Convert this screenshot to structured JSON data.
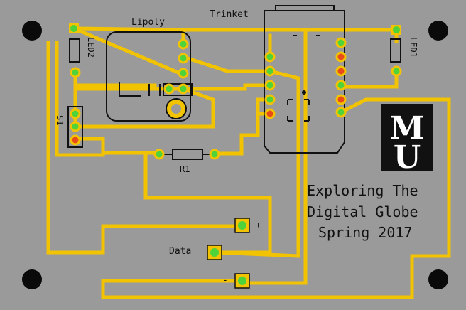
{
  "labels": {
    "lipoly": "Lipoly",
    "trinket": "Trinket",
    "led2": "LED2",
    "led1": "LED1",
    "s1": "S1",
    "r1": "R1",
    "data": "Data",
    "plus": "+",
    "minus": "-",
    "logo_top": "M",
    "logo_bottom": "U"
  },
  "title": {
    "line1": "Exploring The",
    "line2": "Digital Globe",
    "line3": "Spring 2017"
  },
  "colors": {
    "board": "#9a9a9a",
    "trace": "#f2c300",
    "pad_green": "#4fd33a",
    "pad_red": "#e94a1a",
    "silkscreen": "#111111"
  }
}
